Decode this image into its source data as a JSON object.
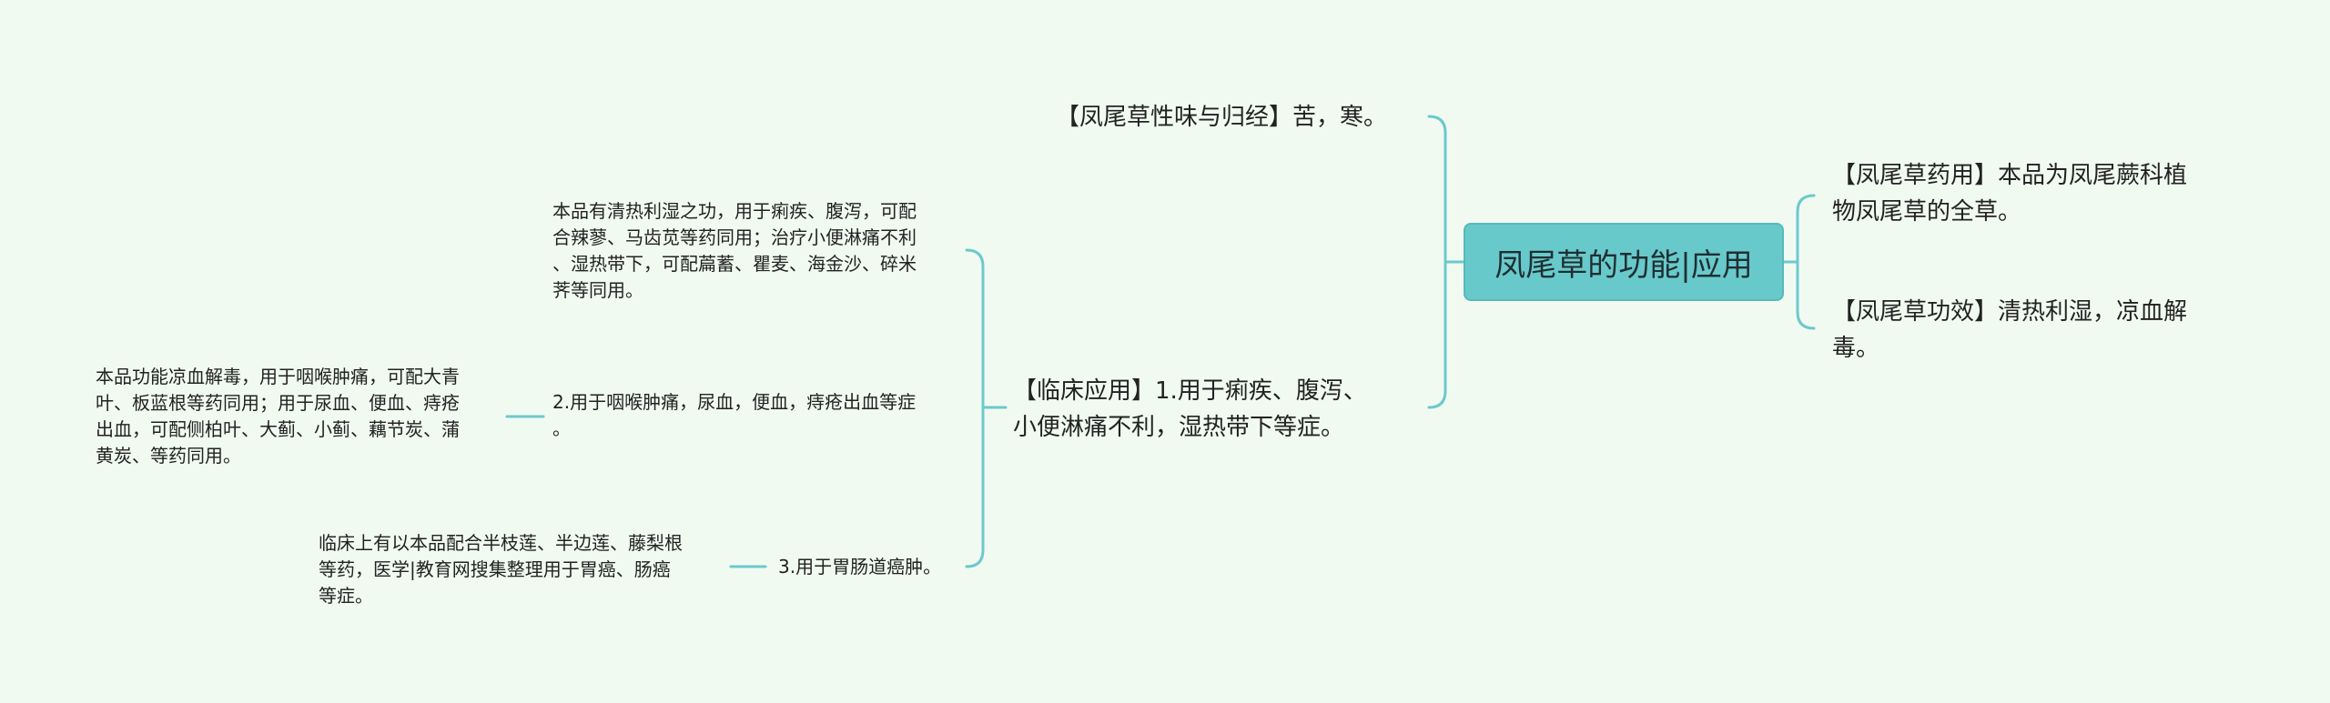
{
  "mindmap": {
    "root": "凤尾草的功能|应用",
    "right": [
      "【凤尾草药用】本品为凤尾蕨科植\n物凤尾草的全草。",
      "【凤尾草功效】清热利湿，凉血解\n毒。"
    ],
    "left_top": "【凤尾草性味与归经】苦，寒。",
    "clinical": {
      "label": "【临床应用】1.用于痢疾、腹泻、\n小便淋痛不利，湿热带下等症。",
      "detail_1": "本品有清热利湿之功，用于痢疾、腹泻，可配\n合辣蓼、马齿苋等药同用；治疗小便淋痛不利\n、湿热带下，可配萹蓄、瞿麦、海金沙、碎米\n荠等同用。",
      "item_2": "2.用于咽喉肿痛，尿血，便血，痔疮出血等症\n。",
      "detail_2": "本品功能凉血解毒，用于咽喉肿痛，可配大青\n叶、板蓝根等药同用；用于尿血、便血、痔疮\n出血，可配侧柏叶、大蓟、小蓟、藕节炭、蒲\n黄炭、等药同用。",
      "item_3": "3.用于胃肠道癌肿。",
      "detail_3": "临床上有以本品配合半枝莲、半边莲、藤梨根\n等药，医学|教育网搜集整理用于胃癌、肠癌\n等症。"
    }
  }
}
